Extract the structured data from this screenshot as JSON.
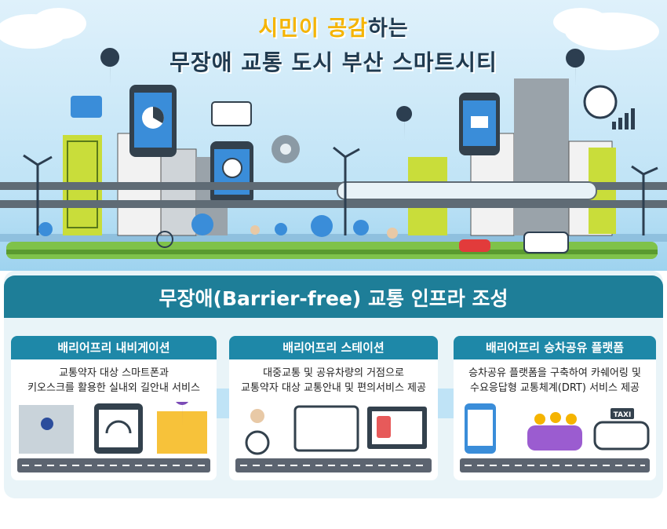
{
  "header": {
    "title_highlight": "시민이 공감",
    "title_rest": "하는",
    "subtitle": "무장애 교통 도시 부산 스마트시티"
  },
  "banner": {
    "text": "무장애(Barrier-free) 교통 인프라 조성"
  },
  "cards": [
    {
      "title": "배리어프리 내비게이션",
      "desc": "교통약자 대상 스마트폰과\n키오스크를 활용한 실내외 길안내 서비스"
    },
    {
      "title": "배리어프리 스테이션",
      "desc": "대중교통 및 공유차량의 거점으로\n교통약자 대상 교통안내 및 편의서비스 제공"
    },
    {
      "title": "배리어프리 승차공유 플랫폼",
      "desc": "승차공유 플랫폼을 구축하여 카쉐어링 및\n수요응답형 교통체계(DRT) 서비스 제공"
    }
  ],
  "icons": {
    "taxi_sign": "TAXI"
  },
  "colors": {
    "banner": "#1e7e98",
    "card_header": "#1e88a8",
    "title_accent": "#f5b400",
    "title_dark": "#203a4f"
  }
}
